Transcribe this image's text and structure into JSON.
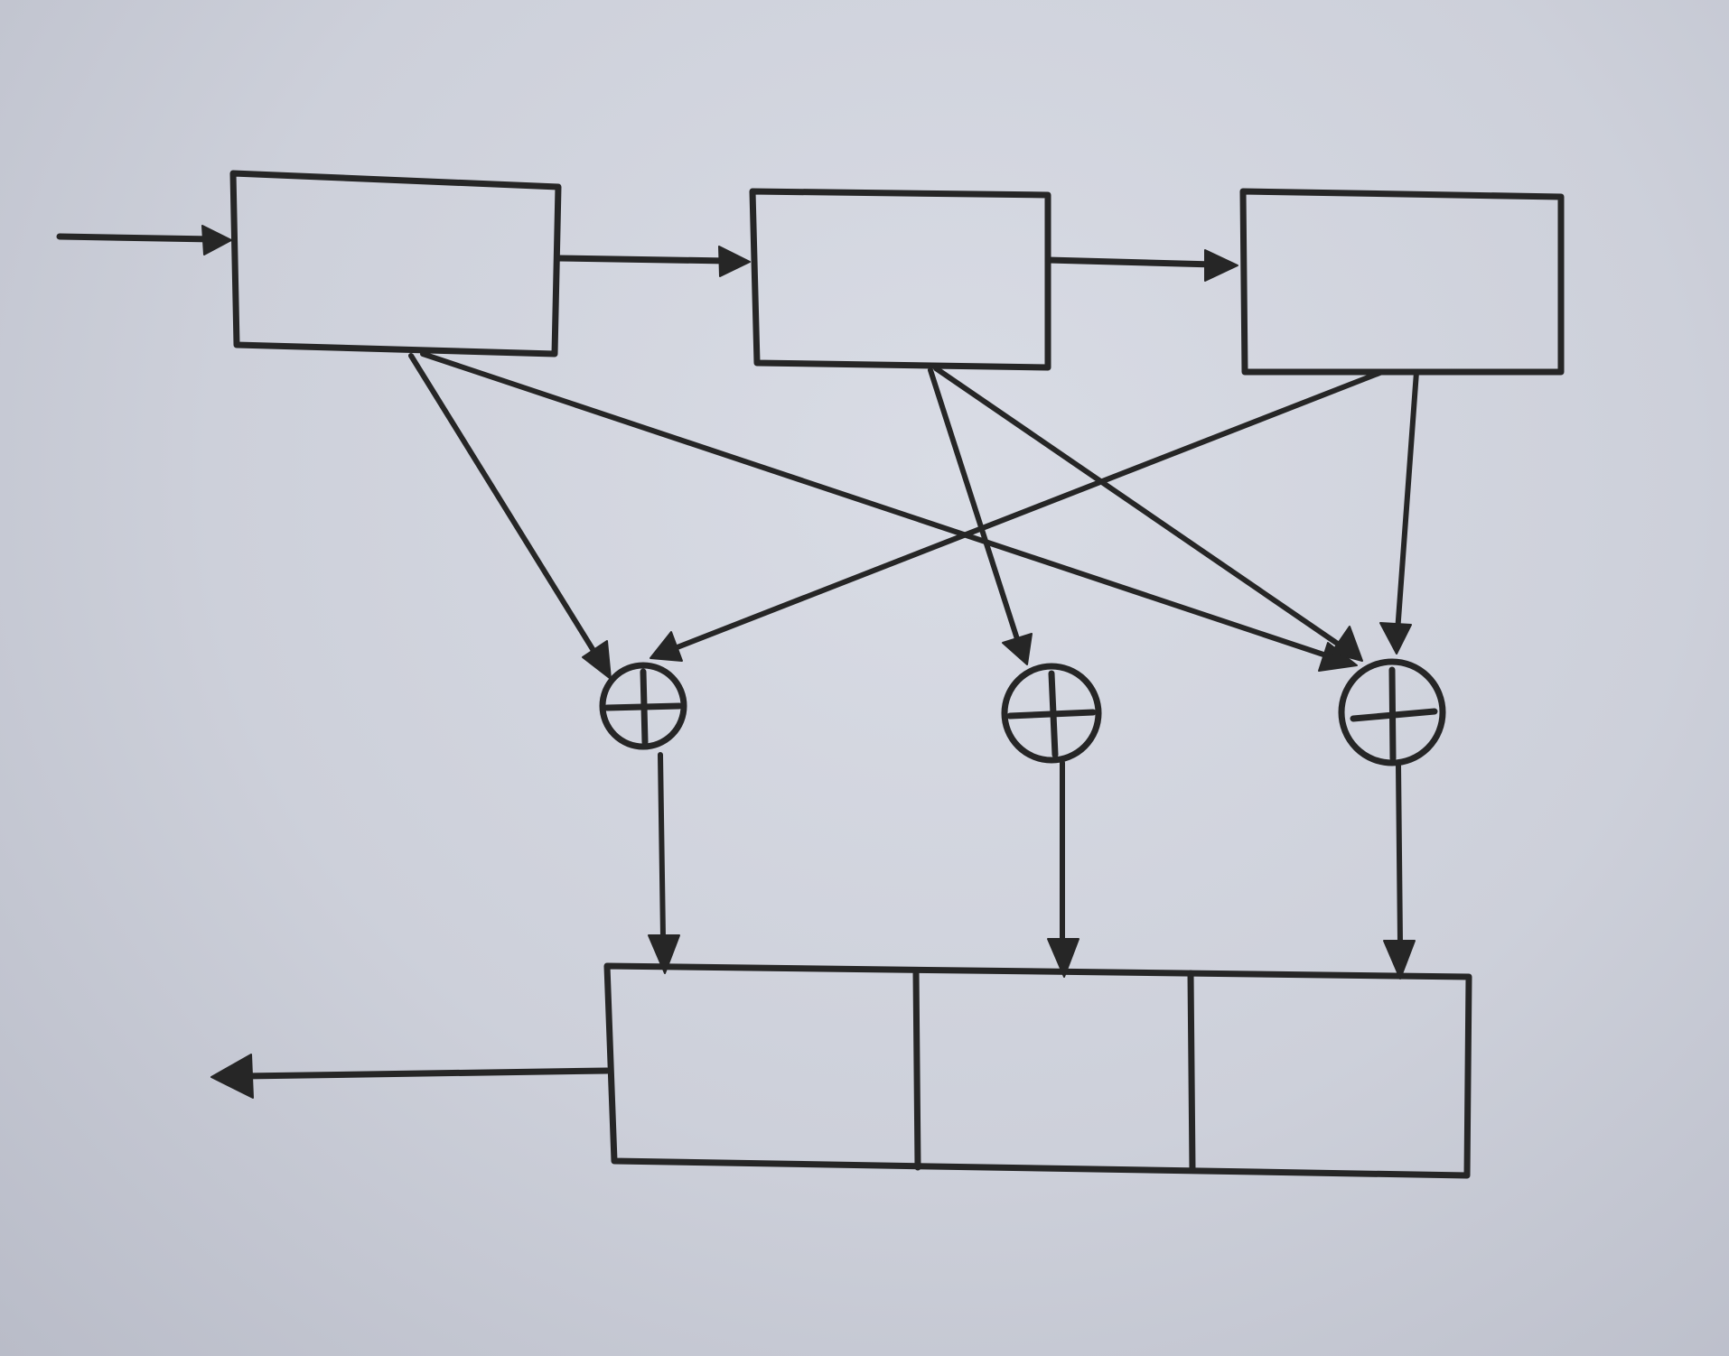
{
  "diagram": {
    "shift_register": {
      "stage_count": 3
    },
    "xor_adders": [
      {
        "symbol": "⊕",
        "inputs_from_stages": [
          1,
          3
        ]
      },
      {
        "symbol": "⊕",
        "inputs_from_stages": [
          2
        ]
      },
      {
        "symbol": "⊕",
        "inputs_from_stages": [
          1,
          2,
          3
        ]
      }
    ],
    "output_buffer": {
      "cell_count": 3
    },
    "colors": {
      "ink": "#262626",
      "paper": "#d4d7e0"
    }
  }
}
